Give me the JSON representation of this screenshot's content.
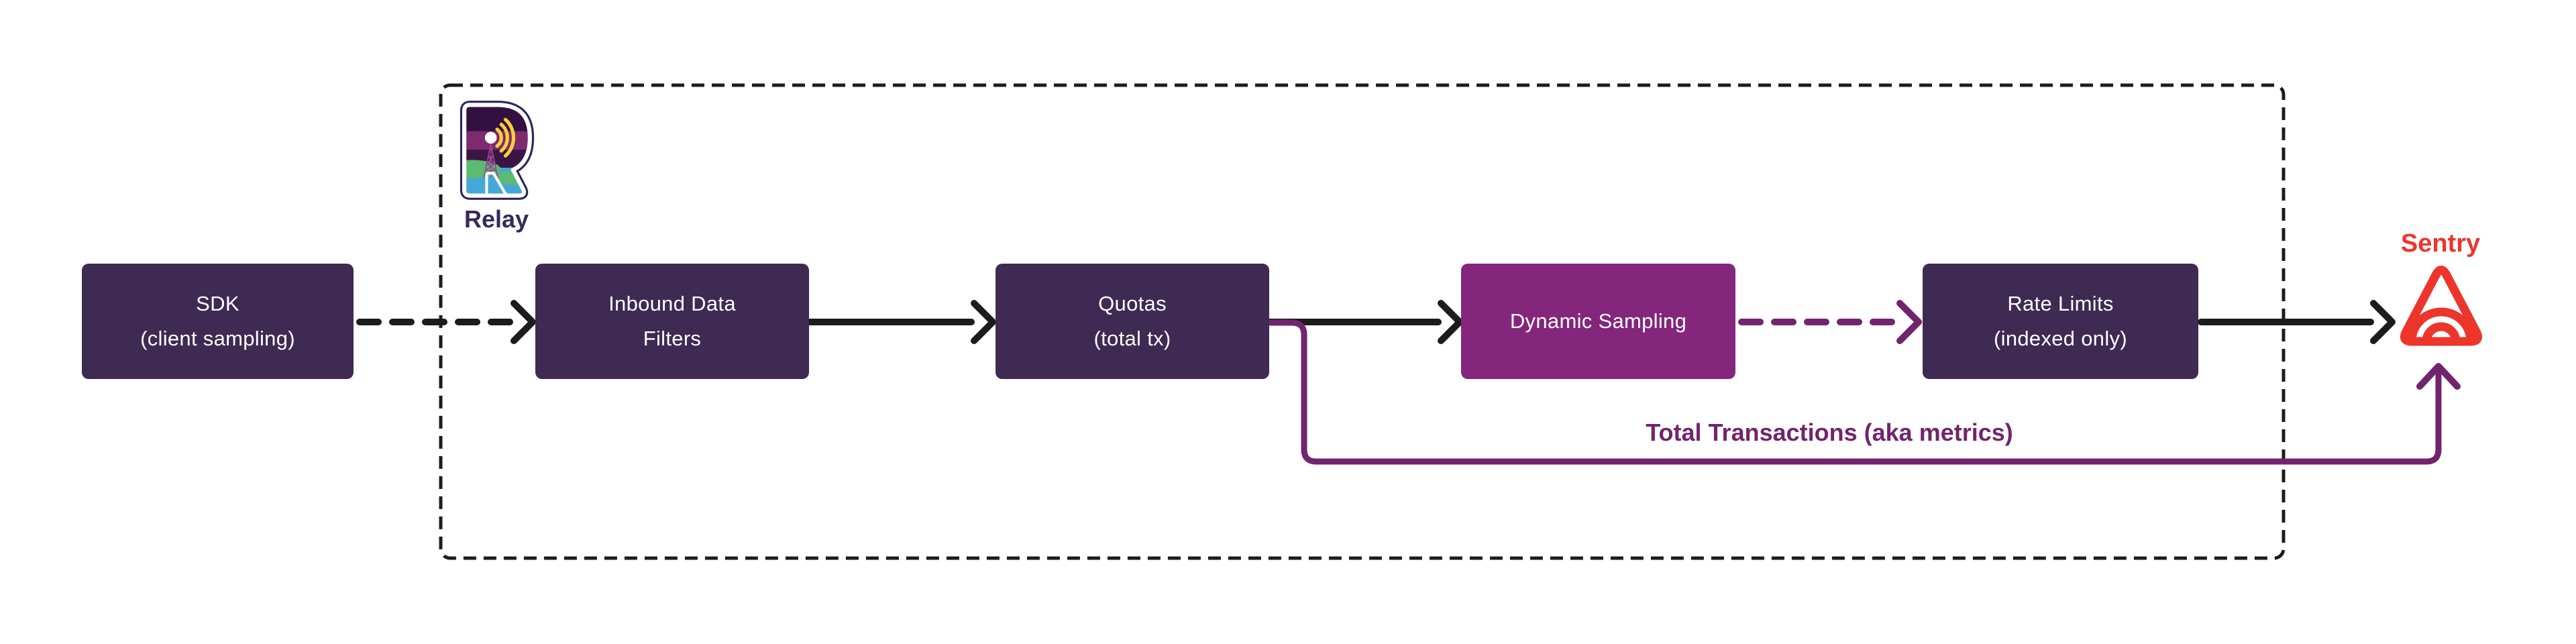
{
  "diagram": {
    "relay_label": "Relay",
    "sentry_label": "Sentry",
    "nodes": [
      {
        "id": "sdk",
        "line1": "SDK",
        "line2": "(client sampling)"
      },
      {
        "id": "inbound-data-filters",
        "line1": "Inbound Data",
        "line2": "Filters"
      },
      {
        "id": "quotas",
        "line1": "Quotas",
        "line2": "(total tx)"
      },
      {
        "id": "dynamic-sampling",
        "line1": "Dynamic Sampling"
      },
      {
        "id": "rate-limits",
        "line1": "Rate Limits",
        "line2": "(indexed only)"
      }
    ],
    "edges": [
      {
        "from": "SDK",
        "to": "Inbound Data Filters",
        "style": "dashed",
        "color": "#1C1C1C"
      },
      {
        "from": "Inbound Data Filters",
        "to": "Quotas",
        "style": "solid",
        "color": "#1C1C1C"
      },
      {
        "from": "Quotas",
        "to": "Dynamic Sampling",
        "style": "solid",
        "color": "#1C1C1C"
      },
      {
        "from": "Dynamic Sampling",
        "to": "Rate Limits",
        "style": "dashed",
        "color": "#72246C"
      },
      {
        "from": "Rate Limits",
        "to": "Sentry",
        "style": "solid",
        "color": "#1C1C1C"
      },
      {
        "from": "Quotas",
        "to": "Sentry",
        "style": "solid",
        "color": "#72246C",
        "label": "Total Transactions (aka metrics)"
      }
    ],
    "container": {
      "label": "Relay boundary",
      "style": "dashed",
      "color": "#1C1C1C"
    },
    "colors": {
      "node_dark_purple": "#3F2A53",
      "node_magenta": "#83267C",
      "arrow_black": "#1C1C1C",
      "metrics_purple": "#72246C",
      "sentry_red": "#ED352C",
      "relay_outline": "#2E2456",
      "relay_band_magenta": "#7C2B6D",
      "relay_water_blue": "#44A8DA",
      "relay_hill_green": "#5CBA72",
      "relay_signal_yellow": "#F7CF3B"
    }
  }
}
